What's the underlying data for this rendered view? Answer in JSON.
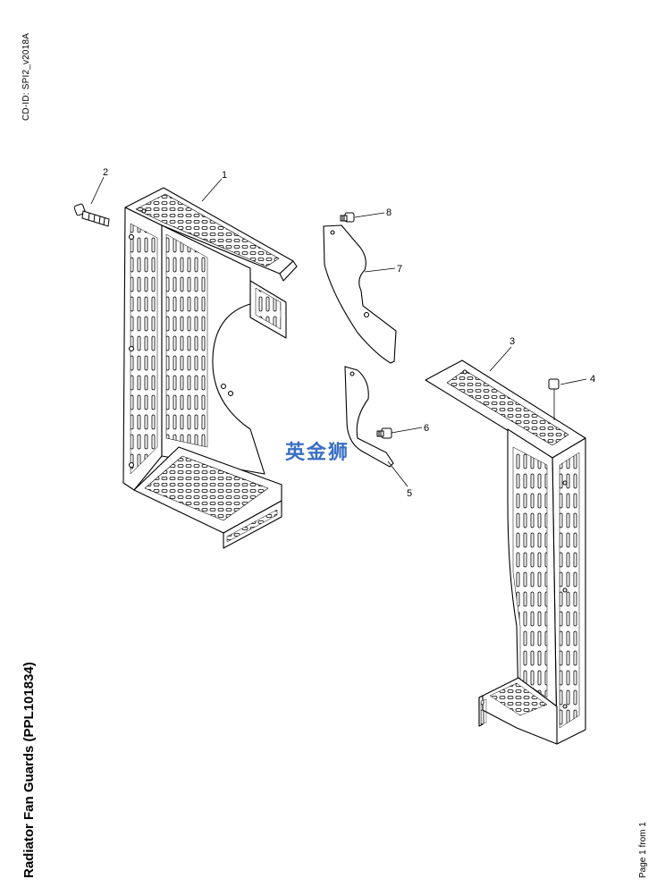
{
  "header": {
    "cd_id": "CD-ID: SPI2_v2018A"
  },
  "footer": {
    "title": "Radiator Fan Guards (PPL101834)",
    "page": "Page 1 from 1"
  },
  "callouts": [
    "1",
    "2",
    "3",
    "4",
    "5",
    "6",
    "7",
    "8"
  ],
  "watermark": "英金狮",
  "colors": {
    "line": "#000000",
    "watermark": "#3a6fc4",
    "background": "#ffffff"
  }
}
